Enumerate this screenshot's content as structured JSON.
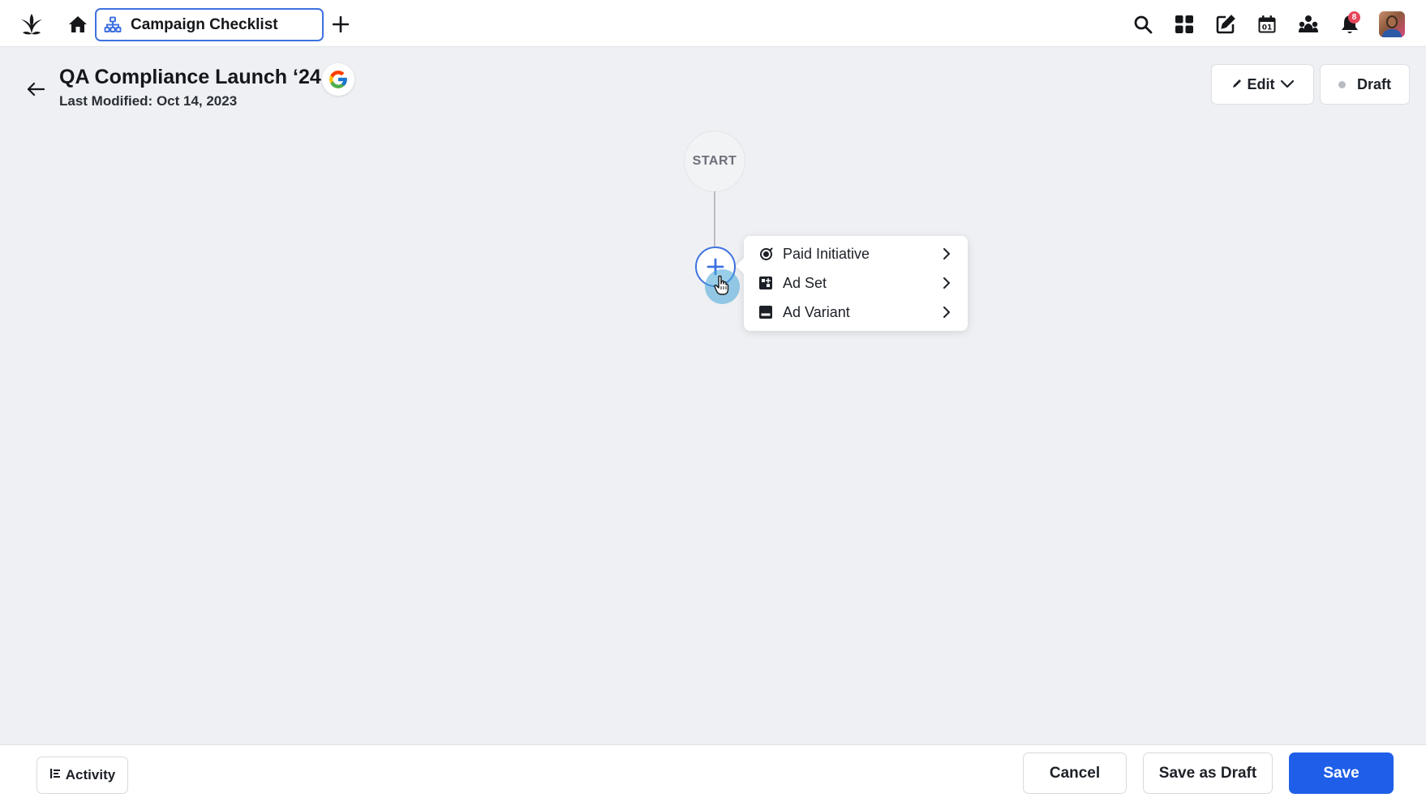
{
  "topbar": {
    "active_tab": {
      "label": "Campaign Checklist",
      "icon": "hierarchy-icon"
    },
    "icons": [
      "logo-icon",
      "home-icon",
      "plus-icon",
      "search-icon",
      "apps-grid-icon",
      "compose-icon",
      "calendar-icon",
      "community-icon",
      "bell-icon"
    ],
    "calendar_day": "01",
    "notification_count": "8"
  },
  "header": {
    "title": "QA Compliance Launch ‘24",
    "last_modified": "Last Modified: Oct 14, 2023",
    "edit_label": "Edit",
    "status_label": "Draft"
  },
  "flow": {
    "start_label": "START",
    "menu_items": [
      {
        "label": "Paid Initiative",
        "icon": "target-icon"
      },
      {
        "label": "Ad Set",
        "icon": "ad-set-icon"
      },
      {
        "label": "Ad Variant",
        "icon": "ad-variant-icon"
      }
    ]
  },
  "footer": {
    "activity_label": "Activity",
    "cancel_label": "Cancel",
    "save_draft_label": "Save as Draft",
    "save_label": "Save"
  },
  "colors": {
    "accent": "#1f5ee8",
    "tab_border": "#3f72e0",
    "canvas_bg": "#eef0f3",
    "badge": "#e5455b"
  }
}
